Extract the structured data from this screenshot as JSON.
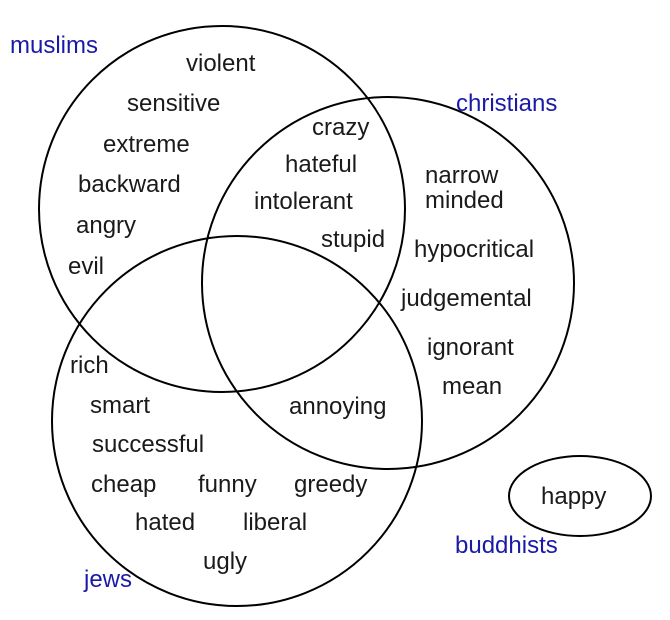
{
  "colors": {
    "label": "#1a1aa8",
    "word": "#1a1a1a",
    "outline": "#000000"
  },
  "groups": {
    "muslims": "muslims",
    "christians": "christians",
    "jews": "jews",
    "buddhists": "buddhists"
  },
  "words": {
    "muslims_only": [
      "violent",
      "sensitive",
      "extreme",
      "backward",
      "angry",
      "evil"
    ],
    "muslims_christians": [
      "crazy",
      "hateful",
      "intolerant",
      "stupid"
    ],
    "christians_only": [
      "narrow",
      "minded",
      "hypocritical",
      "judgemental",
      "ignorant",
      "mean"
    ],
    "christians_jews": [
      "annoying"
    ],
    "jews_only": [
      "rich",
      "smart",
      "successful",
      "cheap",
      "funny",
      "greedy",
      "hated",
      "liberal",
      "ugly"
    ],
    "buddhists_only": [
      "happy"
    ]
  }
}
